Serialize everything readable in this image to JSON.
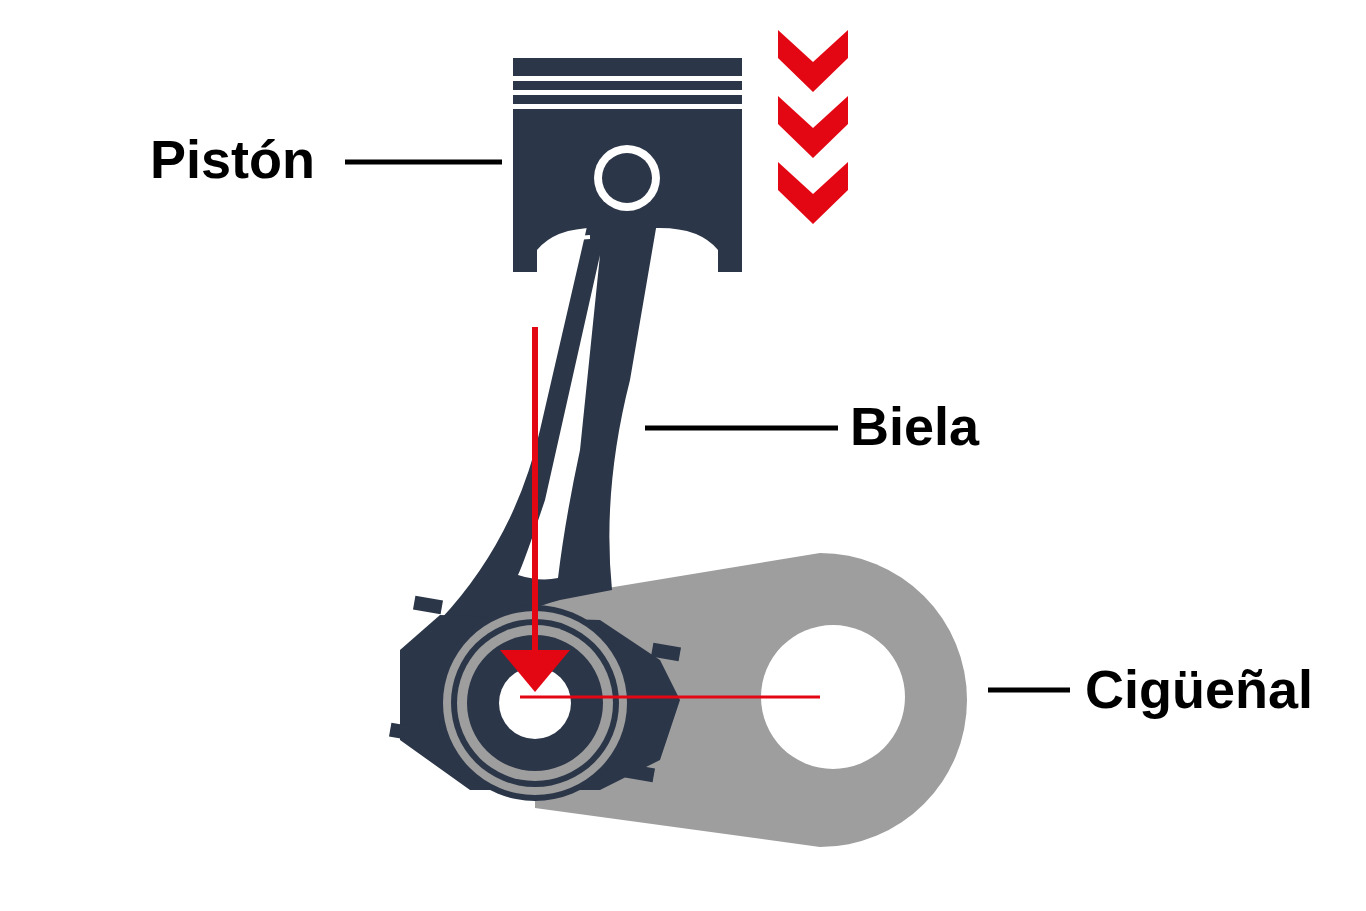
{
  "diagram": {
    "labels": [
      "Pistón",
      "Biela",
      "Cigüeñal"
    ]
  }
}
